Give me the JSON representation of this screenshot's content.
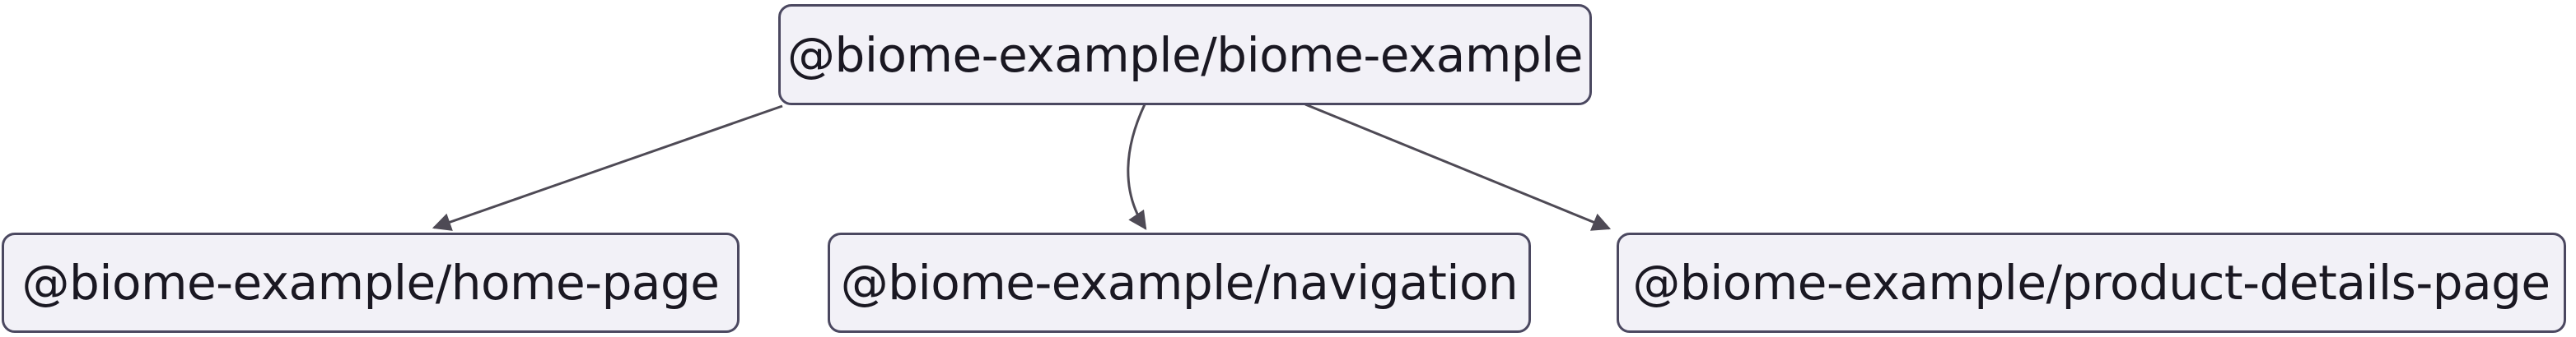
{
  "diagram": {
    "type": "dependency-graph",
    "root": {
      "label": "@biome-example/biome-example"
    },
    "children": [
      {
        "label": "@biome-example/home-page"
      },
      {
        "label": "@biome-example/navigation"
      },
      {
        "label": "@biome-example/product-details-page"
      }
    ],
    "edges": [
      {
        "from": "@biome-example/biome-example",
        "to": "@biome-example/home-page",
        "style": "straight-arrow"
      },
      {
        "from": "@biome-example/biome-example",
        "to": "@biome-example/navigation",
        "style": "curved-arrow"
      },
      {
        "from": "@biome-example/biome-example",
        "to": "@biome-example/product-details-page",
        "style": "straight-arrow"
      }
    ],
    "colors": {
      "background": "#ffffff",
      "node_fill": "#f2f1f7",
      "node_border": "#4b4860",
      "edge": "#4e4a55",
      "text": "#1a1822"
    }
  }
}
